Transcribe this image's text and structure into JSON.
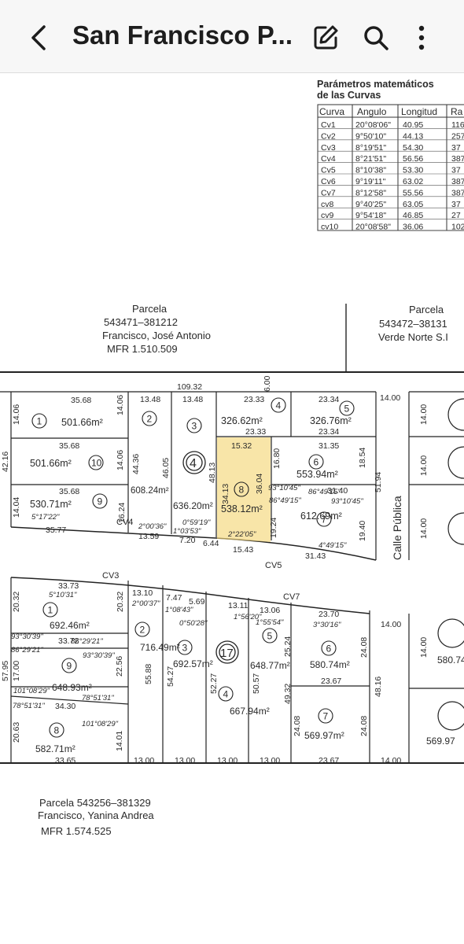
{
  "header": {
    "title": "San Francisco P...",
    "back_icon": "arrow-back-icon",
    "edit_icon": "edit-icon",
    "search_icon": "search-icon",
    "more_icon": "more-vert-icon"
  },
  "plan": {
    "highlight_color": "#f5d77a",
    "table": {
      "title_line1": "Parámetros matemáticos",
      "title_line2": "de las Curvas",
      "headers": [
        "Curva",
        "Angulo",
        "Longitud",
        "Ra"
      ],
      "rows": [
        [
          "Cv1",
          "20°08'06\"",
          "40.95",
          "116"
        ],
        [
          "Cv2",
          "9°50'10\"",
          "44.13",
          "257"
        ],
        [
          "Cv3",
          "8°19'51\"",
          "54.30",
          "37"
        ],
        [
          "Cv4",
          "8°21'51\"",
          "56.56",
          "387"
        ],
        [
          "Cv5",
          "8°10'38\"",
          "53.30",
          "37"
        ],
        [
          "Cv6",
          "9°19'11\"",
          "63.02",
          "387"
        ],
        [
          "Cv7",
          "8°12'58\"",
          "55.56",
          "387"
        ],
        [
          "cv8",
          "9°40'25\"",
          "63.05",
          "37"
        ],
        [
          "cv9",
          "9°54'18\"",
          "46.85",
          "27"
        ],
        [
          "cv10",
          "20°08'58\"",
          "36.06",
          "102"
        ]
      ]
    },
    "parcela_left": {
      "line1": "Parcela",
      "line2": "543471–381212",
      "line3": "Francisco, José Antonio",
      "line4": "MFR 1.510.509"
    },
    "parcela_right": {
      "line1": "Parcela",
      "line2": "543472–38131",
      "line3": "Verde Norte S.I"
    },
    "parcela_bottom": {
      "line1": "Parcela 543256–381329",
      "line2": "Francisco, Yanina Andrea",
      "line3": "MFR 1.574.525"
    },
    "street_label": "Calle Pública",
    "manzana_4": "4",
    "manzana_17": "17",
    "top_block": {
      "dims": [
        "109.32",
        "6.00",
        "35.68",
        "13.48",
        "13.48",
        "23.33",
        "23.34",
        "14.00",
        "14.06",
        "14.06",
        "42.16",
        "35.68",
        "35.68",
        "14.06",
        "14.04",
        "16.24",
        "35.77",
        "13.59",
        "7.20",
        "6.44",
        "15.43",
        "31.43",
        "44.36",
        "46.05",
        "48.13",
        "34.13",
        "36.04",
        "15.32",
        "23.33",
        "23.34",
        "31.35",
        "16.80",
        "18.54",
        "51.94",
        "31.40",
        "19.24",
        "19.40",
        "14.00",
        "14.00",
        "14.00"
      ],
      "lots": [
        {
          "num": "1",
          "area": "501.66m²"
        },
        {
          "num": "2",
          "area": ""
        },
        {
          "num": "3",
          "area": ""
        },
        {
          "num": "4",
          "area": "326.62m²"
        },
        {
          "num": "5",
          "area": "326.76m²"
        },
        {
          "num": "10",
          "area": "501.66m²"
        },
        {
          "num": "6",
          "area": "553.94m²"
        },
        {
          "num": "9",
          "area": "530.71m²"
        },
        {
          "num": "8",
          "area": "538.12m²"
        },
        {
          "num": "7",
          "area": "612.69m²"
        }
      ],
      "area_2": "608.24m²",
      "area_3": "636.20m²",
      "angles": [
        "5°17'22\"",
        "2°00'36\"",
        "1°03'53\"",
        "0°59'19\"",
        "2°22'05\"",
        "93°10'45\"",
        "86°49'15\"",
        "86°49'15\"",
        "93°10'45\"",
        "4°49'15\""
      ],
      "cv4": "CV4",
      "cv5": "CV5"
    },
    "bottom_block": {
      "cv3": "CV3",
      "cv7": "CV7",
      "dims": [
        "33.73",
        "13.10",
        "7.47",
        "5.69",
        "13.11",
        "13.06",
        "23.70",
        "14.00",
        "20.32",
        "20.32",
        "33.72",
        "57.95",
        "17.00",
        "22.56",
        "55.88",
        "54.27",
        "52.27",
        "50.57",
        "25.24",
        "24.08",
        "48.16",
        "49.32",
        "23.67",
        "34.30",
        "20.63",
        "14.01",
        "24.08",
        "24.08",
        "33.65",
        "13.00",
        "13.00",
        "13.00",
        "13.00",
        "23.67",
        "14.00",
        "14.00"
      ],
      "angles": [
        "5°10'31\"",
        "2°00'37\"",
        "1°08'43\"",
        "0°50'28\"",
        "1°56'20\"",
        "1°55'54\"",
        "3°30'16\"",
        "93°30'39\"",
        "86°29'21\"",
        "86°29'21\"",
        "93°30'39\"",
        "101°08'29\"",
        "78°51'31\"",
        "78°51'31\"",
        "101°08'29\""
      ],
      "lots": [
        {
          "num": "1",
          "area": "692.46m²"
        },
        {
          "num": "2",
          "area": "716.49m²"
        },
        {
          "num": "3",
          "area": "692.57m²"
        },
        {
          "num": "4",
          "area": "667.94m²"
        },
        {
          "num": "5",
          "area": "648.77m²"
        },
        {
          "num": "6",
          "area": "580.74m²"
        },
        {
          "num": "9",
          "area": "648.93m²"
        },
        {
          "num": "7",
          "area": "569.97m²"
        },
        {
          "num": "8",
          "area": "582.71m²"
        }
      ],
      "right_areas": [
        "580.74",
        "569.97"
      ]
    }
  }
}
